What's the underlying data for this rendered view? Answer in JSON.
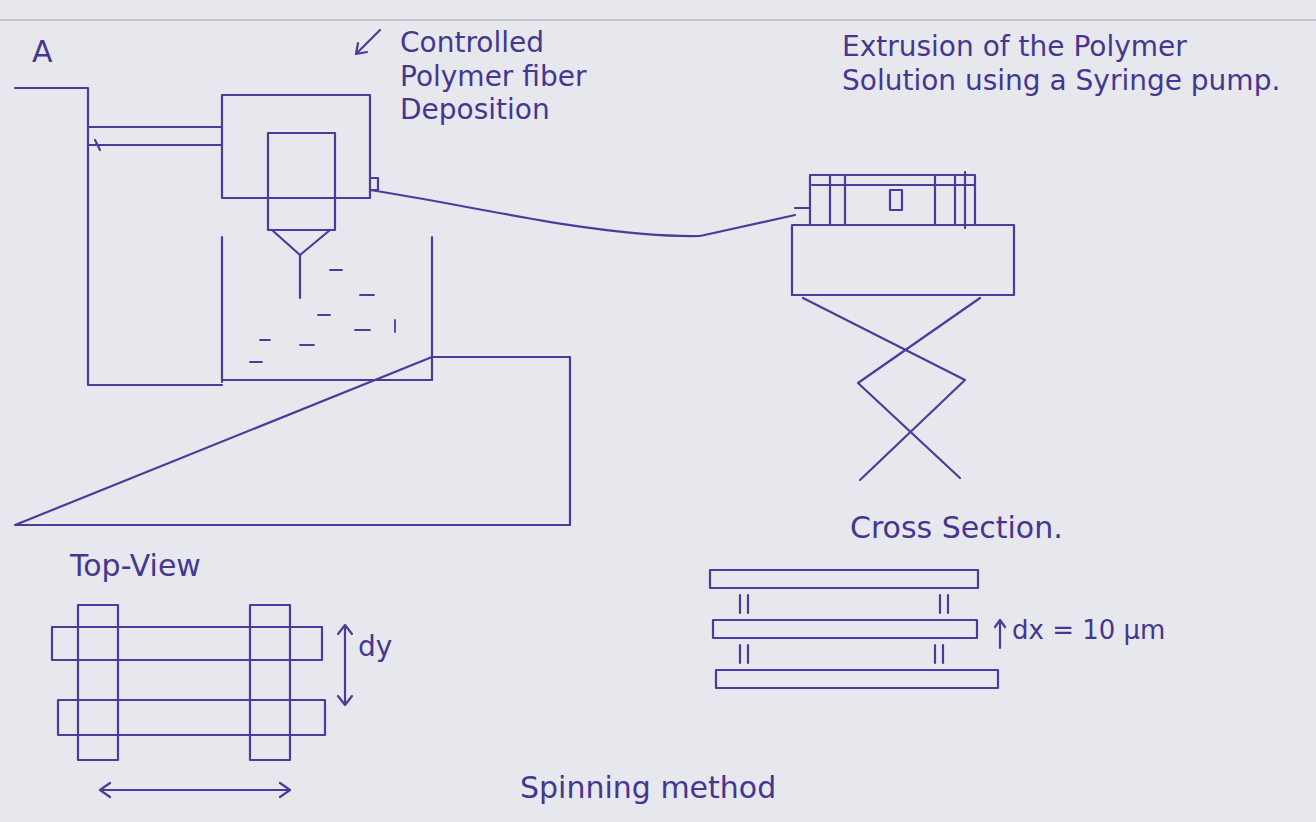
{
  "diagram": {
    "labels": [
      "A",
      "Controlled Polymer fiber Deposition",
      "Extrusion of the Polymer Solution using a Syringe pump.",
      "Top-View",
      "dy",
      "Cross Section.",
      "dx = 10 μm",
      "Spinning method"
    ]
  }
}
